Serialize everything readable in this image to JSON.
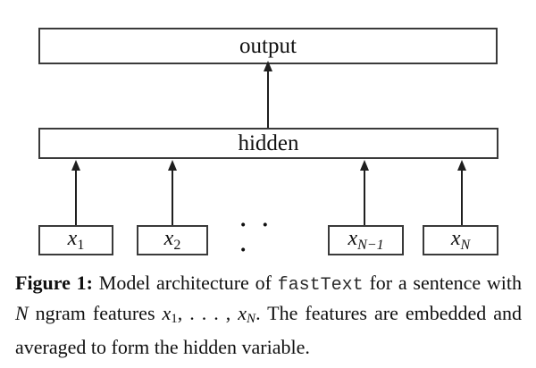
{
  "figure": {
    "diagram": {
      "output_label": "output",
      "hidden_label": "hidden",
      "ellipsis": "· · ·",
      "inputs": [
        {
          "base": "x",
          "sub": "1"
        },
        {
          "base": "x",
          "sub": "2"
        },
        {
          "base": "x",
          "sub": "N−1"
        },
        {
          "base": "x",
          "sub": "N"
        }
      ]
    },
    "caption": {
      "lines": [
        {
          "segments": [
            {
              "text": "Figure 1:"
            },
            {
              "text": " Model architecture of "
            },
            {
              "text": "fastText"
            },
            {
              "text": " for a sentence with"
            }
          ]
        },
        {
          "segments": [
            {
              "text": "N"
            },
            {
              "text": " ngram features "
            },
            {
              "text": "x"
            },
            {
              "text": "1"
            },
            {
              "text": ", . . . , "
            },
            {
              "text": "x"
            },
            {
              "text": "N"
            },
            {
              "text": ". The features are embedded and"
            }
          ]
        },
        {
          "segments": [
            {
              "text": "averaged to form the hidden variable."
            }
          ]
        }
      ]
    },
    "colors": {
      "box_border": "#3a3a3a",
      "arrow_line": "#1f1f1f",
      "text": "#101010",
      "background": "#ffffff"
    }
  }
}
